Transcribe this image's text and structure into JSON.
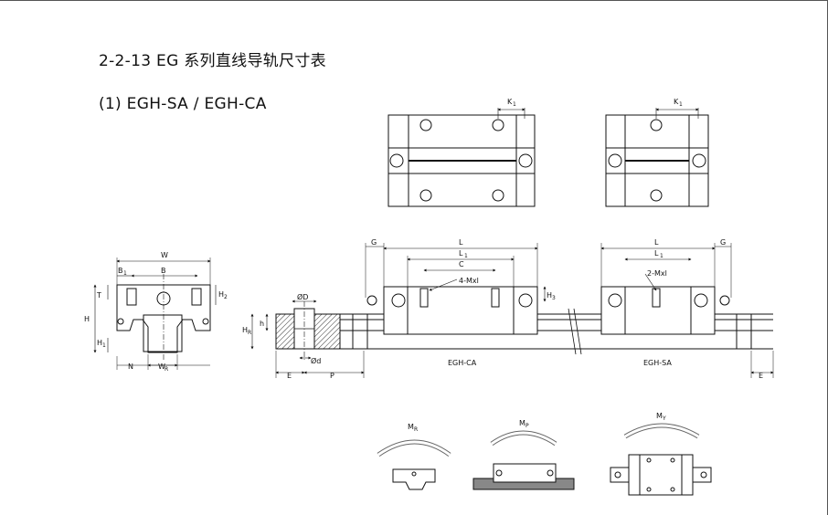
{
  "page": {
    "title": "2-2-13 EG 系列直线导轨尺寸表",
    "section": "(1) EGH-SA / EGH-CA"
  },
  "labels": {
    "W": "W",
    "B": "B",
    "B1": "B",
    "B1_sub": "1",
    "H": "H",
    "H1": "H",
    "H1_sub": "1",
    "H2": "H",
    "H2_sub": "2",
    "T": "T",
    "N": "N",
    "WR": "W",
    "WR_sub": "R",
    "HR": "H",
    "HR_sub": "R",
    "h": "h",
    "D": "ØD",
    "d": "Ød",
    "E": "E",
    "P": "P",
    "G": "G",
    "L": "L",
    "L1": "L",
    "L1_sub": "1",
    "C": "C",
    "H3": "H",
    "H3_sub": "3",
    "K1": "K",
    "K1_sub": "1",
    "four_m": "4-Mxl",
    "two_m": "2-Mxl",
    "egh_ca": "EGH-CA",
    "egh_sa": "EGH-SA",
    "MR": "M",
    "MR_sub": "R",
    "MP": "M",
    "MP_sub": "P",
    "MY": "M",
    "MY_sub": "Y"
  }
}
